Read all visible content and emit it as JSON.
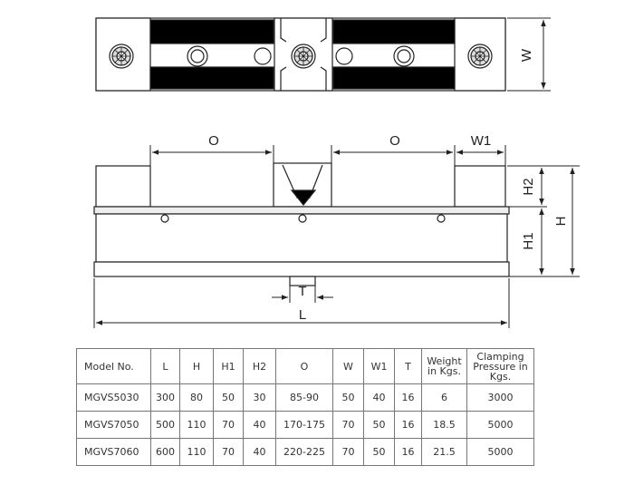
{
  "dimension_labels": {
    "W": "W",
    "O_left": "O",
    "O_right": "O",
    "W1": "W1",
    "H2": "H2",
    "H1": "H1",
    "H": "H",
    "T": "T",
    "L": "L"
  },
  "table": {
    "headers": [
      "Model No.",
      "L",
      "H",
      "H1",
      "H2",
      "O",
      "W",
      "W1",
      "T",
      "Weight in Kgs.",
      "Clamping Pressure in Kgs."
    ],
    "rows": [
      [
        "MGVS5030",
        "300",
        "80",
        "50",
        "30",
        "85-90",
        "50",
        "40",
        "16",
        "6",
        "3000"
      ],
      [
        "MGVS7050",
        "500",
        "110",
        "70",
        "40",
        "170-175",
        "70",
        "50",
        "16",
        "18.5",
        "5000"
      ],
      [
        "MGVS7060",
        "600",
        "110",
        "70",
        "40",
        "220-225",
        "70",
        "50",
        "16",
        "21.5",
        "5000"
      ]
    ]
  }
}
